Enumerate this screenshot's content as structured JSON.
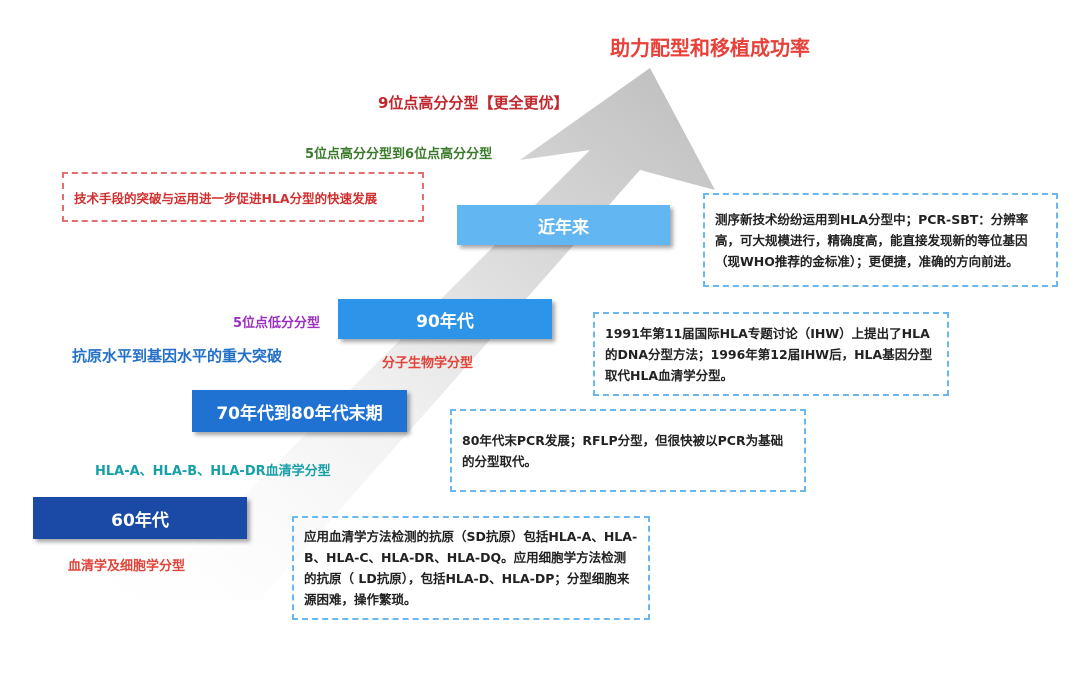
{
  "title": "助力配型和移植成功率",
  "labels": {
    "nine_locus": "9位点高分分型【更全更优】",
    "five_to_six": "5位点高分分型到6位点高分分型",
    "tech_breakthrough": "技术手段的突破与运用进一步促进HLA分型的快速发展",
    "five_low": "5位点低分分型",
    "antigen_to_gene": "抗原水平到基因水平的重大突破",
    "molecular": "分子生物学分型",
    "serology_abdr": "HLA-A、HLA-B、HLA-DR血清学分型",
    "serology_cell": "血清学及细胞学分型"
  },
  "eras": [
    "近年来",
    "90年代",
    "70年代到80年代末期",
    "60年代"
  ],
  "notes": {
    "recent": "测序新技术纷纷运用到HLA分型中；PCR-SBT：分辨率高，可大规模进行，精确度高，能直接发现新的等位基因（现WHO推荐的金标准）；更便捷，准确的方向前进。",
    "nineties": "1991年第11届国际HLA专题讨论（IHW）上提出了HLA的DNA分型方法；1996年第12届IHW后，HLA基因分型取代HLA血清学分型。",
    "seventies": "80年代末PCR发展；RFLP分型，但很快被以PCR为基础的分型取代。",
    "sixties": "应用血清学方法检测的抗原（SD抗原）包括HLA-A、HLA-B、HLA-C、HLA-DR、HLA-DQ。应用细胞学方法检测的抗原（ LD抗原），包括HLA-D、HLA-DP；分型细胞来源困难，操作繁琐。"
  },
  "colors": {
    "era_recent": "#62b6f2",
    "era_90": "#2c95ea",
    "era_70": "#1f72d2",
    "era_60": "#1a4aa6",
    "dash": "#6bb8f0"
  }
}
